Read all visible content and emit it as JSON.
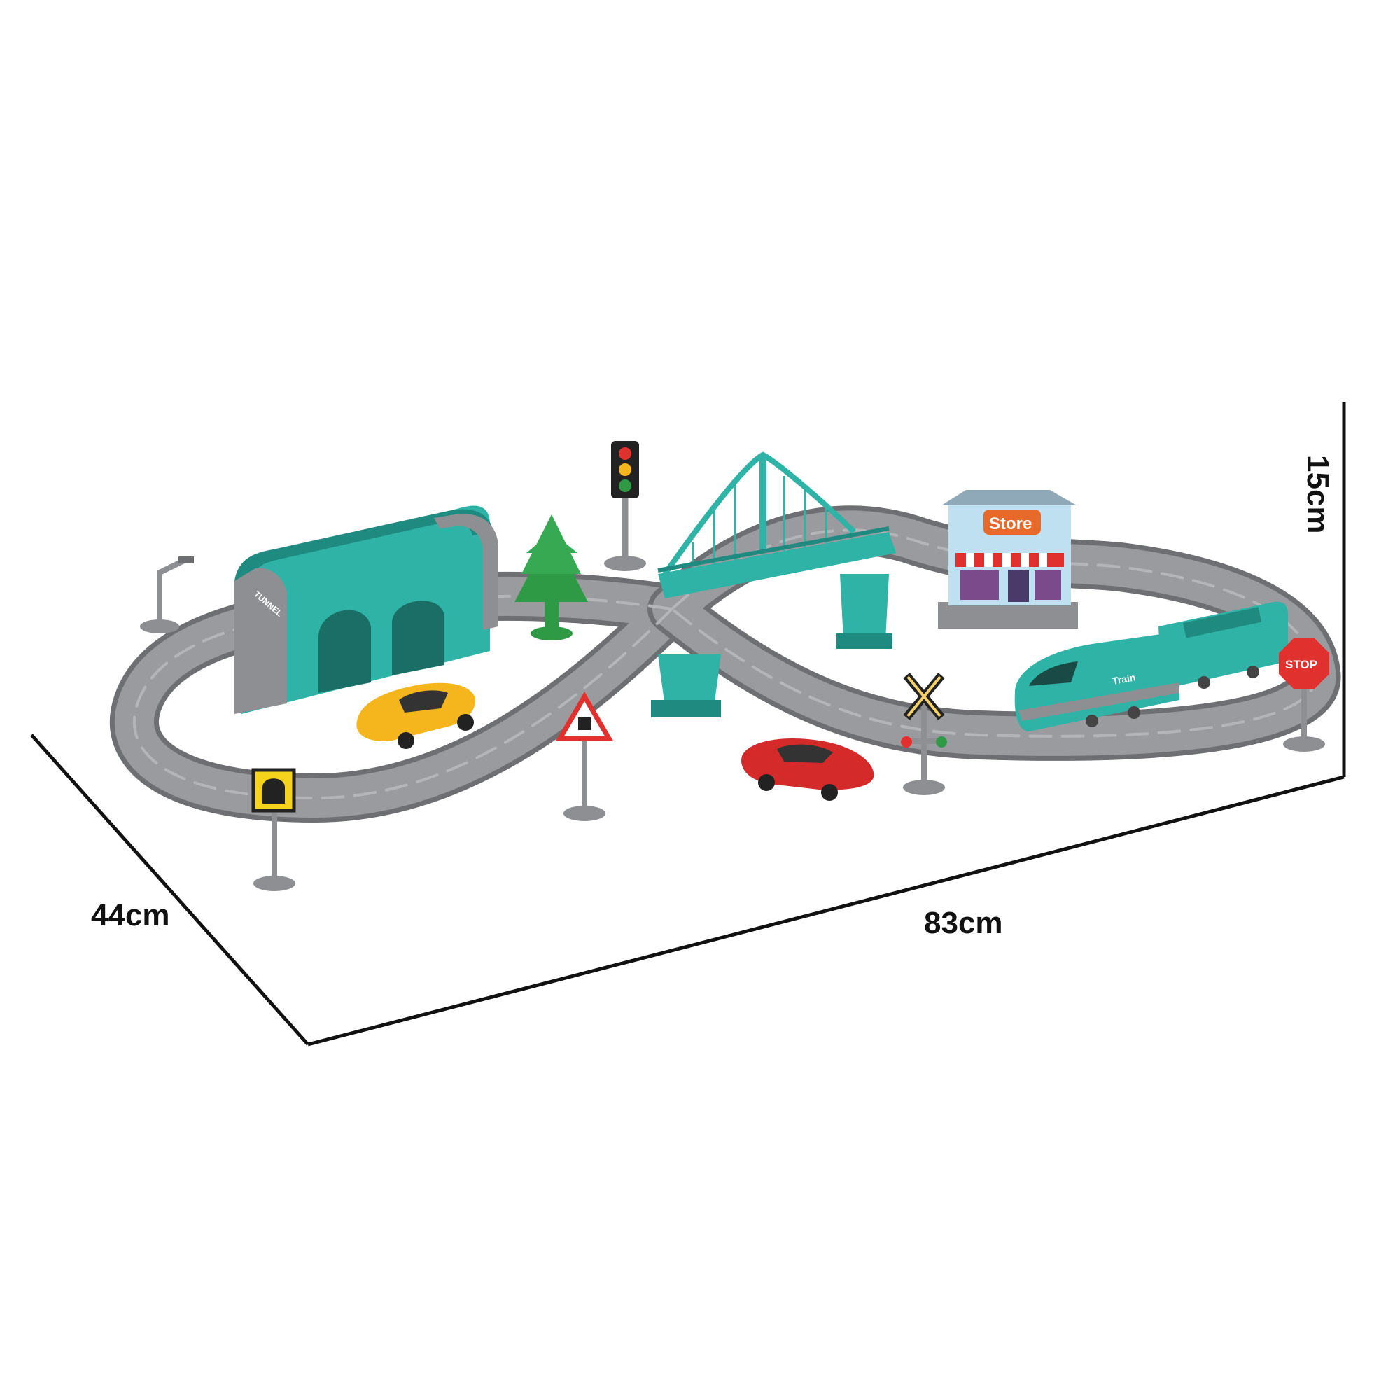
{
  "dimensions": {
    "depth": "44cm",
    "width": "83cm",
    "height": "15cm"
  },
  "toy_labels": {
    "store_sign": "Store",
    "stop_sign": "STOP",
    "train_text": "Train",
    "tunnel_text": "TUNNEL"
  },
  "colors": {
    "teal": "#2fb3a6",
    "teal_dark": "#1f8a80",
    "track_gray": "#8e8f93",
    "track_dark": "#6e6f73",
    "stop_red": "#e0312e",
    "car_yellow": "#f5b51c",
    "car_red": "#d42a2a",
    "tree_green": "#2e9a45"
  }
}
